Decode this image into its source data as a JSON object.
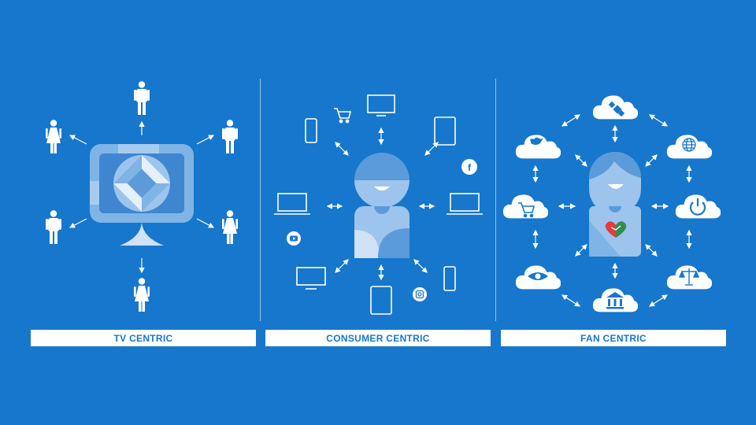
{
  "panels": [
    {
      "label": "TV CENTRIC",
      "icon": "tv-broadcast-icon"
    },
    {
      "label": "CONSUMER CENTRIC",
      "icon": "consumer-avatar-icon"
    },
    {
      "label": "FAN CENTRIC",
      "icon": "fan-avatar-icon"
    }
  ],
  "colors": {
    "background": "#1677cc",
    "foreground": "#ffffff",
    "light_tint": "#7fb4e6",
    "mid_tint": "#5b9bd9",
    "dark_tint": "#3f86d0",
    "heart_red": "#e63a3a",
    "heart_green": "#2f8f4f"
  },
  "icons": {
    "tv_centric": [
      "person-male-icon",
      "person-female-icon",
      "arrow-icon",
      "tv-icon"
    ],
    "consumer_centric": [
      "smartphone-icon",
      "cart-icon",
      "monitor-icon",
      "tablet-icon",
      "facebook-icon",
      "laptop-icon",
      "youtube-icon",
      "instagram-icon"
    ],
    "fan_centric": [
      "cloud-icon",
      "satellite-icon",
      "twitter-icon",
      "globe-icon",
      "cart-icon",
      "power-icon",
      "eye-icon",
      "bank-icon",
      "scales-icon",
      "heart-icon"
    ]
  }
}
